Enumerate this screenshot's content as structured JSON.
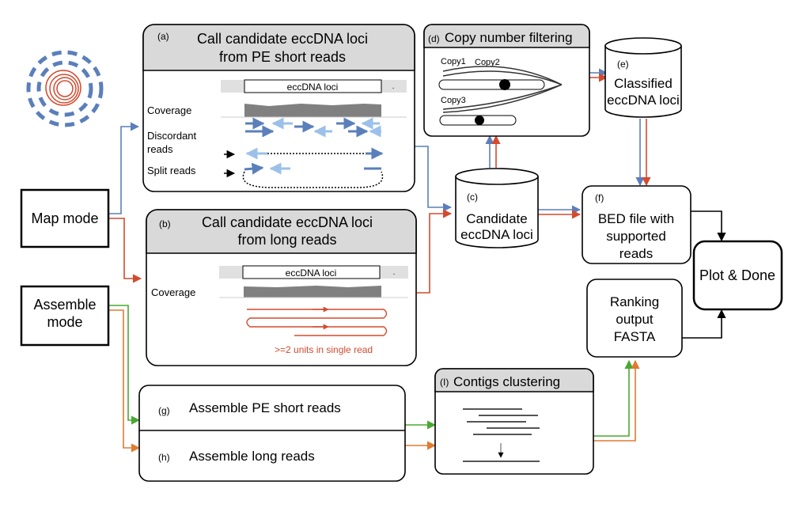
{
  "panel_a": {
    "tag": "(a)",
    "title_line1": "Call candidate eccDNA loci",
    "title_line2": "from PE short reads",
    "locus_label": "eccDNA loci",
    "coverage_label": "Coverage",
    "discordant_label_1": "Discordant",
    "discordant_label_2": "reads",
    "split_label": "Split reads"
  },
  "panel_b": {
    "tag": "(b)",
    "title_line1": "Call candidate eccDNA loci",
    "title_line2": "from long reads",
    "locus_label": "eccDNA loci",
    "coverage_label": "Coverage",
    "note": ">=2 units in single read"
  },
  "panel_c": {
    "tag": "(c)",
    "line1": "Candidate",
    "line2": "eccDNA loci"
  },
  "panel_d": {
    "tag": "(d)",
    "title": "Copy number filtering",
    "copy1": "Copy1",
    "copy2": "Copy2",
    "copy3": "Copy3"
  },
  "panel_e": {
    "tag": "(e)",
    "line1": "Classified",
    "line2": "eccDNA loci"
  },
  "panel_f": {
    "tag": "(f)",
    "line1": "BED file with",
    "line2": "supported",
    "line3": "reads"
  },
  "panel_g": {
    "tag": "(g)",
    "label": "Assemble PE short reads"
  },
  "panel_h": {
    "tag": "(h)",
    "label": "Assemble long reads"
  },
  "panel_i": {
    "tag": "(I)",
    "title": "Contigs clustering"
  },
  "map_mode": "Map mode",
  "assemble_mode_line1": "Assemble",
  "assemble_mode_line2": "mode",
  "ranking_line1": "Ranking",
  "ranking_line2": "output",
  "ranking_line3": "FASTA",
  "plot_done": "Plot & Done",
  "colors": {
    "blue": "#5b7fba",
    "red": "#d44a2e",
    "green": "#4aa832",
    "orange": "#e07b30",
    "light_blue": "#9cc0ea",
    "gray_header": "#d9d9d9",
    "coverage_gray": "#808080"
  }
}
